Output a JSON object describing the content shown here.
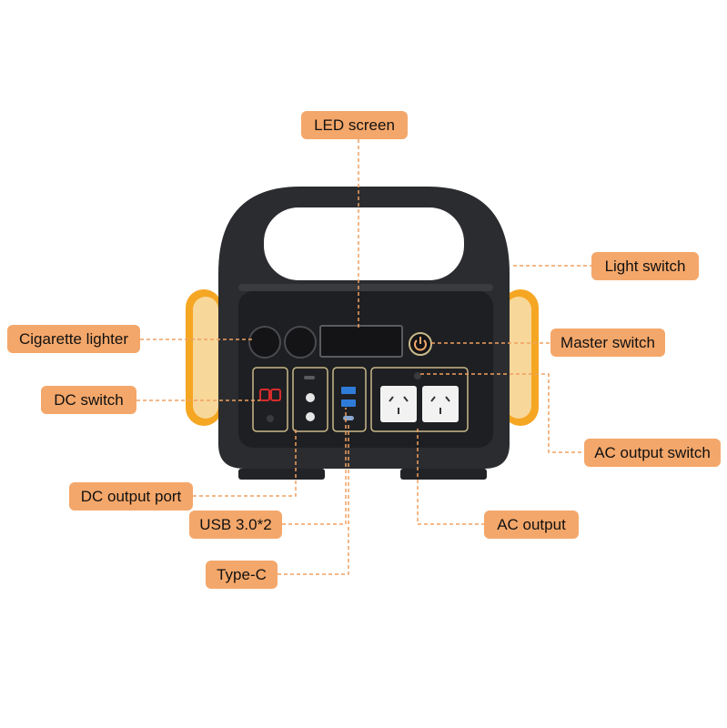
{
  "colors": {
    "label_fill": "#f4a76a",
    "leader_line": "#f0a060",
    "device_body": "#2b2c2f",
    "accent_light": "#f5a623",
    "usb_blue": "#2f7bd8",
    "port_red": "#d82b2b",
    "panel_outline": "#c9b98a"
  },
  "labels": {
    "led_screen": "LED screen",
    "light_switch": "Light switch",
    "cigarette_lighter": "Cigarette lighter",
    "master_switch": "Master switch",
    "dc_switch": "DC switch",
    "ac_output_switch": "AC output switch",
    "dc_output_port": "DC output port",
    "usb": "USB 3.0*2",
    "ac_output": "AC output",
    "type_c": "Type-C"
  },
  "icons": {
    "power_button": "power-icon",
    "usb_ports": "usb-port-icon",
    "ac_socket": "ac-socket-icon",
    "lighter_socket": "round-socket-icon"
  }
}
